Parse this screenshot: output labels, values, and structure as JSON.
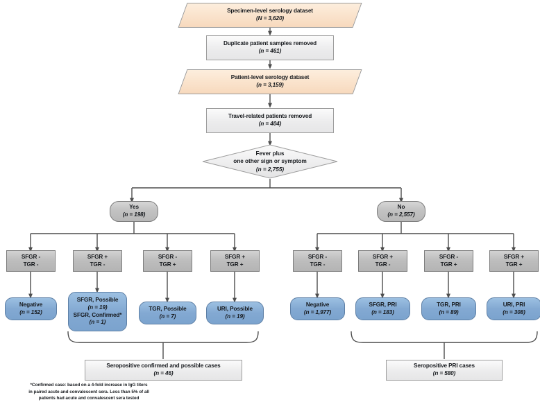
{
  "figure": {
    "title": "Specimen and patient level serology case-definition flowchart"
  },
  "top": {
    "specimen_dataset": {
      "line1": "Specimen-level serology dataset",
      "line2": "(N = 3,620)"
    },
    "duplicates_removed": {
      "line1": "Duplicate patient samples removed",
      "line2": "(n = 461)"
    },
    "patient_dataset": {
      "line1": "Patient-level serology dataset",
      "line2": "(n = 3,159)"
    },
    "travel_removed": {
      "line1": "Travel-related patients removed",
      "line2": "(n = 404)"
    },
    "decision": {
      "line1": "Fever plus",
      "line2": "one other sign or symptom",
      "line3": "(n = 2,755)"
    }
  },
  "branches": {
    "yes": {
      "label": "Yes",
      "count": "(n = 198)"
    },
    "no": {
      "label": "No",
      "count": "(n = 2,557)"
    }
  },
  "serology_boxes": [
    {
      "line1": "SFGR -",
      "line2": "TGR -"
    },
    {
      "line1": "SFGR +",
      "line2": "TGR -"
    },
    {
      "line1": "SFGR -",
      "line2": "TGR +"
    },
    {
      "line1": "SFGR +",
      "line2": "TGR +"
    },
    {
      "line1": "SFGR -",
      "line2": "TGR -"
    },
    {
      "line1": "SFGR +",
      "line2": "TGR -"
    },
    {
      "line1": "SFGR -",
      "line2": "TGR +"
    },
    {
      "line1": "SFGR +",
      "line2": "TGR +"
    }
  ],
  "outcomes": [
    {
      "line1": "Negative",
      "line2": "(n = 152)",
      "line3": "",
      "line4": ""
    },
    {
      "line1": "SFGR, Possible",
      "line2": "(n = 19)",
      "line3": "SFGR, Confirmed*",
      "line4": "(n = 1)"
    },
    {
      "line1": "TGR, Possible",
      "line2": "(n = 7)",
      "line3": "",
      "line4": ""
    },
    {
      "line1": "URI, Possible",
      "line2": "(n = 19)",
      "line3": "",
      "line4": ""
    },
    {
      "line1": "Negative",
      "line2": "(n = 1,977)",
      "line3": "",
      "line4": ""
    },
    {
      "line1": "SFGR, PRI",
      "line2": "(n = 183)",
      "line3": "",
      "line4": ""
    },
    {
      "line1": "TGR, PRI",
      "line2": "(n = 89)",
      "line3": "",
      "line4": ""
    },
    {
      "line1": "URI, PRI",
      "line2": "(n = 308)",
      "line3": "",
      "line4": ""
    }
  ],
  "summaries": {
    "left": {
      "line1": "Seropositive confirmed and possible cases",
      "line2": "(n = 46)"
    },
    "right": {
      "line1": "Seropositive PRI cases",
      "line2": "(n = 580)"
    }
  },
  "footnote": {
    "line1": "*Confirmed case: based on a 4-fold increase in IgG titers",
    "line2": "in paired acute and convalescent sera. Less than 5% of all",
    "line3": "patients had acute and convalescent sera tested"
  },
  "colors": {
    "peach": "#f7d9bd",
    "grey_light": "#ececed",
    "grey_dark": "#bebebe",
    "blue": "#83a9d2",
    "line": "#4d4d4d"
  }
}
